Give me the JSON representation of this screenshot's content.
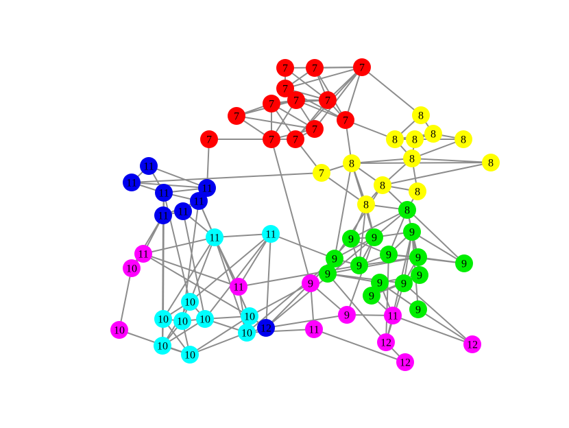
{
  "colors": {
    "edge": "#8c8c8c",
    "red": "#ff0000",
    "yellow": "#ffff00",
    "green": "#00ee00",
    "blue": "#0000ee",
    "cyan": "#00ffff",
    "magenta": "#ff00ff"
  },
  "nodes": [
    {
      "id": "r1",
      "label": "7",
      "color": "red"
    },
    {
      "id": "r2",
      "label": "7",
      "color": "red"
    },
    {
      "id": "r3",
      "label": "7",
      "color": "red"
    },
    {
      "id": "r4",
      "label": "7",
      "color": "red"
    },
    {
      "id": "r5",
      "label": "7",
      "color": "red"
    },
    {
      "id": "r6",
      "label": "7",
      "color": "red"
    },
    {
      "id": "r7",
      "label": "7",
      "color": "red"
    },
    {
      "id": "r8",
      "label": "7",
      "color": "red"
    },
    {
      "id": "r9",
      "label": "7",
      "color": "red"
    },
    {
      "id": "r10",
      "label": "7",
      "color": "red"
    },
    {
      "id": "r11",
      "label": "7",
      "color": "red"
    },
    {
      "id": "r12",
      "label": "7",
      "color": "red"
    },
    {
      "id": "r13",
      "label": "7",
      "color": "red"
    },
    {
      "id": "y7",
      "label": "7",
      "color": "yellow"
    },
    {
      "id": "y1",
      "label": "8",
      "color": "yellow"
    },
    {
      "id": "y2",
      "label": "8",
      "color": "yellow"
    },
    {
      "id": "y3",
      "label": "8",
      "color": "yellow"
    },
    {
      "id": "y4",
      "label": "8",
      "color": "yellow"
    },
    {
      "id": "y5",
      "label": "8",
      "color": "yellow"
    },
    {
      "id": "y6",
      "label": "8",
      "color": "yellow"
    },
    {
      "id": "y8",
      "label": "8",
      "color": "yellow"
    },
    {
      "id": "y9",
      "label": "8",
      "color": "yellow"
    },
    {
      "id": "y10",
      "label": "8",
      "color": "yellow"
    },
    {
      "id": "y11",
      "label": "8",
      "color": "yellow"
    },
    {
      "id": "y12",
      "label": "8",
      "color": "yellow"
    },
    {
      "id": "g0",
      "label": "8",
      "color": "green"
    },
    {
      "id": "g1",
      "label": "9",
      "color": "green"
    },
    {
      "id": "g2",
      "label": "9",
      "color": "green"
    },
    {
      "id": "g3",
      "label": "9",
      "color": "green"
    },
    {
      "id": "g4",
      "label": "9",
      "color": "green"
    },
    {
      "id": "g5",
      "label": "9",
      "color": "green"
    },
    {
      "id": "g6",
      "label": "9",
      "color": "green"
    },
    {
      "id": "g7",
      "label": "9",
      "color": "green"
    },
    {
      "id": "g8",
      "label": "9",
      "color": "green"
    },
    {
      "id": "g9",
      "label": "9",
      "color": "green"
    },
    {
      "id": "g10",
      "label": "9",
      "color": "green"
    },
    {
      "id": "g11",
      "label": "9",
      "color": "green"
    },
    {
      "id": "g12",
      "label": "9",
      "color": "green"
    },
    {
      "id": "g13",
      "label": "9",
      "color": "green"
    },
    {
      "id": "g14",
      "label": "9",
      "color": "green"
    },
    {
      "id": "b1",
      "label": "11",
      "color": "blue"
    },
    {
      "id": "b2",
      "label": "11",
      "color": "blue"
    },
    {
      "id": "b3",
      "label": "11",
      "color": "blue"
    },
    {
      "id": "b4",
      "label": "11",
      "color": "blue"
    },
    {
      "id": "b5",
      "label": "11",
      "color": "blue"
    },
    {
      "id": "b6",
      "label": "11",
      "color": "blue"
    },
    {
      "id": "b7",
      "label": "11",
      "color": "blue"
    },
    {
      "id": "b12",
      "label": "12",
      "color": "blue"
    },
    {
      "id": "c1",
      "label": "11",
      "color": "cyan"
    },
    {
      "id": "c2",
      "label": "11",
      "color": "cyan"
    },
    {
      "id": "c3",
      "label": "10",
      "color": "cyan"
    },
    {
      "id": "c4",
      "label": "10",
      "color": "cyan"
    },
    {
      "id": "c5",
      "label": "10",
      "color": "cyan"
    },
    {
      "id": "c6",
      "label": "10",
      "color": "cyan"
    },
    {
      "id": "c7",
      "label": "10",
      "color": "cyan"
    },
    {
      "id": "c8",
      "label": "10",
      "color": "cyan"
    },
    {
      "id": "c9",
      "label": "10",
      "color": "cyan"
    },
    {
      "id": "c10",
      "label": "10",
      "color": "cyan"
    },
    {
      "id": "m1",
      "label": "11",
      "color": "magenta"
    },
    {
      "id": "m2",
      "label": "10",
      "color": "magenta"
    },
    {
      "id": "m3",
      "label": "10",
      "color": "magenta"
    },
    {
      "id": "m4",
      "label": "11",
      "color": "magenta"
    },
    {
      "id": "m5",
      "label": "9",
      "color": "magenta"
    },
    {
      "id": "m6",
      "label": "9",
      "color": "magenta"
    },
    {
      "id": "m7",
      "label": "11",
      "color": "magenta"
    },
    {
      "id": "m8",
      "label": "11",
      "color": "magenta"
    },
    {
      "id": "m9",
      "label": "12",
      "color": "magenta"
    },
    {
      "id": "m10",
      "label": "12",
      "color": "magenta"
    },
    {
      "id": "m11",
      "label": "12",
      "color": "magenta"
    }
  ],
  "edges": [
    [
      "r1",
      "r3"
    ],
    [
      "r1",
      "r5"
    ],
    [
      "r1",
      "r6"
    ],
    [
      "r2",
      "r6"
    ],
    [
      "r2",
      "r5"
    ],
    [
      "r2",
      "r3"
    ],
    [
      "r2",
      "r7"
    ],
    [
      "r3",
      "r7"
    ],
    [
      "r3",
      "r4"
    ],
    [
      "r3",
      "r5"
    ],
    [
      "r3",
      "r6"
    ],
    [
      "r4",
      "r5"
    ],
    [
      "r5",
      "r6"
    ],
    [
      "r5",
      "r7"
    ],
    [
      "r6",
      "r7"
    ],
    [
      "r7",
      "y8"
    ],
    [
      "r8",
      "r9"
    ],
    [
      "r8",
      "r4"
    ],
    [
      "r8",
      "r10"
    ],
    [
      "r8",
      "r12"
    ],
    [
      "r9",
      "r4"
    ],
    [
      "r9",
      "r5"
    ],
    [
      "r9",
      "r10"
    ],
    [
      "r9",
      "r11"
    ],
    [
      "r9",
      "r12"
    ],
    [
      "r10",
      "r11"
    ],
    [
      "r10",
      "r12"
    ],
    [
      "r13",
      "r10"
    ],
    [
      "r13",
      "b3"
    ],
    [
      "r10",
      "m5"
    ],
    [
      "r4",
      "r10"
    ],
    [
      "r4",
      "r12"
    ],
    [
      "r5",
      "r11"
    ],
    [
      "r6",
      "y1"
    ],
    [
      "r6",
      "r11"
    ],
    [
      "r7",
      "y3"
    ],
    [
      "r11",
      "y7"
    ],
    [
      "r12",
      "r11"
    ],
    [
      "r7",
      "r4"
    ],
    [
      "r6",
      "r12"
    ],
    [
      "y1",
      "y3"
    ],
    [
      "y1",
      "y2"
    ],
    [
      "y2",
      "y3"
    ],
    [
      "y3",
      "y4"
    ],
    [
      "y4",
      "y5"
    ],
    [
      "y2",
      "y4"
    ],
    [
      "y2",
      "y5"
    ],
    [
      "y3",
      "y6"
    ],
    [
      "y6",
      "y12"
    ],
    [
      "y6",
      "y8"
    ],
    [
      "y6",
      "y10"
    ],
    [
      "y8",
      "y9"
    ],
    [
      "y8",
      "y11"
    ],
    [
      "y9",
      "y11"
    ],
    [
      "y10",
      "y9"
    ],
    [
      "y9",
      "y12"
    ],
    [
      "y5",
      "y6"
    ],
    [
      "y4",
      "y6"
    ],
    [
      "y8",
      "y7"
    ],
    [
      "y11",
      "y7"
    ],
    [
      "y8",
      "y12"
    ],
    [
      "y6",
      "y9"
    ],
    [
      "y11",
      "g1"
    ],
    [
      "y11",
      "g4"
    ],
    [
      "y11",
      "g2"
    ],
    [
      "y8",
      "g3"
    ],
    [
      "y9",
      "g3"
    ],
    [
      "y10",
      "g0"
    ],
    [
      "y9",
      "g13"
    ],
    [
      "y11",
      "g0"
    ],
    [
      "y7",
      "b2"
    ],
    [
      "y8",
      "g2"
    ],
    [
      "g0",
      "g1"
    ],
    [
      "g0",
      "g5"
    ],
    [
      "g0",
      "g6"
    ],
    [
      "g0",
      "g7"
    ],
    [
      "g1",
      "g2"
    ],
    [
      "g1",
      "g4"
    ],
    [
      "g1",
      "g5"
    ],
    [
      "g2",
      "g3"
    ],
    [
      "g2",
      "g4"
    ],
    [
      "g2",
      "g6"
    ],
    [
      "g3",
      "g4"
    ],
    [
      "g3",
      "g8"
    ],
    [
      "g4",
      "g5"
    ],
    [
      "g4",
      "g7"
    ],
    [
      "g5",
      "g6"
    ],
    [
      "g5",
      "g7"
    ],
    [
      "g6",
      "g7"
    ],
    [
      "g6",
      "g11"
    ],
    [
      "g6",
      "g10"
    ],
    [
      "g7",
      "g8"
    ],
    [
      "g7",
      "g11"
    ],
    [
      "g8",
      "g9"
    ],
    [
      "g8",
      "g11"
    ],
    [
      "g9",
      "g10"
    ],
    [
      "g9",
      "g14"
    ],
    [
      "g10",
      "g11"
    ],
    [
      "g11",
      "g12"
    ],
    [
      "g10",
      "g12"
    ],
    [
      "g12",
      "g9"
    ],
    [
      "g13",
      "g6"
    ],
    [
      "g13",
      "g5"
    ],
    [
      "g7",
      "g13"
    ],
    [
      "g9",
      "m8"
    ],
    [
      "g8",
      "m9"
    ],
    [
      "g11",
      "m11"
    ],
    [
      "g12",
      "m8"
    ],
    [
      "g14",
      "m11"
    ],
    [
      "g1",
      "m5"
    ],
    [
      "g3",
      "c2"
    ],
    [
      "g3",
      "b12"
    ],
    [
      "g2",
      "m6"
    ],
    [
      "g4",
      "m4"
    ],
    [
      "g3",
      "c10"
    ],
    [
      "g5",
      "m9"
    ],
    [
      "g6",
      "m8"
    ],
    [
      "g14",
      "g6"
    ],
    [
      "b1",
      "b2"
    ],
    [
      "b1",
      "b3"
    ],
    [
      "b1",
      "b4"
    ],
    [
      "b2",
      "b3"
    ],
    [
      "b2",
      "b4"
    ],
    [
      "b3",
      "b4"
    ],
    [
      "b4",
      "b5"
    ],
    [
      "b5",
      "b6"
    ],
    [
      "b6",
      "b7"
    ],
    [
      "b4",
      "b7"
    ],
    [
      "b5",
      "b7"
    ],
    [
      "b3",
      "b7"
    ],
    [
      "b6",
      "b3"
    ],
    [
      "b4",
      "c3"
    ],
    [
      "b4",
      "c4"
    ],
    [
      "b6",
      "c1"
    ],
    [
      "b6",
      "c6"
    ],
    [
      "b5",
      "m1"
    ],
    [
      "b5",
      "m2"
    ],
    [
      "b7",
      "c1"
    ],
    [
      "b7",
      "c9"
    ],
    [
      "b7",
      "c5"
    ],
    [
      "b5",
      "c7"
    ],
    [
      "c1",
      "c2"
    ],
    [
      "c1",
      "c3"
    ],
    [
      "c1",
      "c4"
    ],
    [
      "c1",
      "c9"
    ],
    [
      "c1",
      "c10"
    ],
    [
      "c2",
      "c3"
    ],
    [
      "c2",
      "c6"
    ],
    [
      "c2",
      "m4"
    ],
    [
      "c3",
      "c4"
    ],
    [
      "c3",
      "c5"
    ],
    [
      "c3",
      "c6"
    ],
    [
      "c3",
      "c7"
    ],
    [
      "c4",
      "c5"
    ],
    [
      "c4",
      "c7"
    ],
    [
      "c4",
      "c8"
    ],
    [
      "c5",
      "c6"
    ],
    [
      "c5",
      "c7"
    ],
    [
      "c6",
      "c7"
    ],
    [
      "c6",
      "c9"
    ],
    [
      "c7",
      "c8"
    ],
    [
      "c8",
      "c10"
    ],
    [
      "c8",
      "c9"
    ],
    [
      "c9",
      "c10"
    ],
    [
      "c9",
      "b12"
    ],
    [
      "c10",
      "b12"
    ],
    [
      "c2",
      "b12"
    ],
    [
      "c9",
      "m1"
    ],
    [
      "c10",
      "m4"
    ],
    [
      "c6",
      "c10"
    ],
    [
      "c5",
      "c8"
    ],
    [
      "b12",
      "m6"
    ],
    [
      "b12",
      "g0"
    ],
    [
      "m1",
      "m2"
    ],
    [
      "m1",
      "c1"
    ],
    [
      "m2",
      "m3"
    ],
    [
      "m3",
      "c8"
    ],
    [
      "m4",
      "c1"
    ],
    [
      "m5",
      "m6"
    ],
    [
      "m5",
      "m7"
    ],
    [
      "m5",
      "c9"
    ],
    [
      "m6",
      "m8"
    ],
    [
      "m7",
      "m10"
    ],
    [
      "m8",
      "m9"
    ],
    [
      "m9",
      "m10"
    ],
    [
      "m11",
      "m8"
    ],
    [
      "m7",
      "c10"
    ],
    [
      "m1",
      "m4"
    ],
    [
      "m9",
      "g11"
    ]
  ]
}
